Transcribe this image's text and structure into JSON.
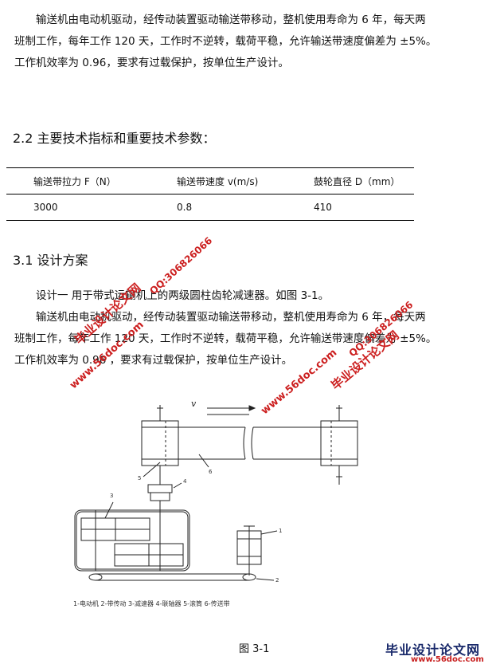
{
  "intro": {
    "para1_line1": "输送机由电动机驱动，经传动装置驱动输送带移动，整机使用寿命为 6 年，每天两",
    "para1_line2": "班制工作，每年工作 120 天，工作时不逆转，载荷平稳，允许输送带速度偏差为 ±5%。",
    "para1_line3": "工作机效率为 0.96，要求有过载保护，按单位生产设计。"
  },
  "section_2_2": {
    "heading": "2.2 主要技术指标和重要技术参数："
  },
  "params_table": {
    "headers": [
      "输送带拉力 F（N）",
      "输送带速度 v(m/s)",
      "鼓轮直径 D（mm）"
    ],
    "row": [
      "3000",
      "0.8",
      "410"
    ]
  },
  "section_3_1": {
    "heading": "3.1 设计方案",
    "line1": "设计一  用于带式运输机上的两级圆柱齿轮减速器。如图 3-1。",
    "line2": "输送机由电动机驱动，经传动装置驱动输送带移动，整机使用寿命为 6 年，每天两",
    "line3": "班制工作，每年工作 120 天，工作时不逆转，载荷平稳，允许输送带速度偏差为 ±5%。",
    "line4": "工作机效率为 0.96 ，要求有过载保护，按单位生产设计。"
  },
  "figure": {
    "velocity_symbol": "v",
    "part_numbers": [
      "1",
      "2",
      "3",
      "4",
      "5",
      "6"
    ],
    "legend": "1-电动机    2-带传动    3-减速器    4-联轴器    5-滚筒    6-传送带",
    "caption": "图 3-1"
  },
  "watermarks": {
    "site_name": "毕业设计论文网",
    "qq": "QQ:306826066",
    "url": "www.56doc.com"
  },
  "logo": {
    "name": "毕业设计论文网",
    "url": "www.56doc.com"
  },
  "colors": {
    "watermark": "#cc1f1f",
    "logo_blue": "#1a2a6b"
  }
}
